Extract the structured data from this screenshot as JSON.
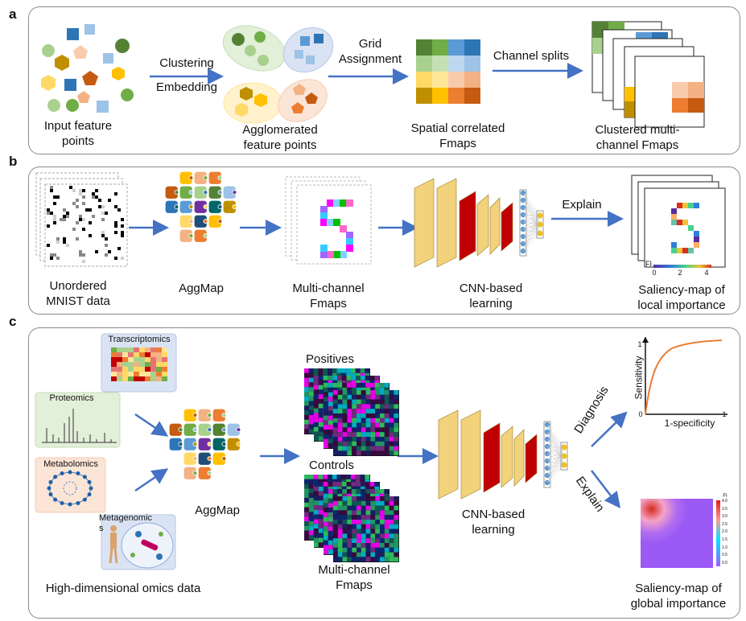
{
  "panels": {
    "a": {
      "label": "a",
      "input_label": "Input feature\npoints",
      "clustering": "Clustering",
      "embedding": "Embedding",
      "agglomerated_label": "Agglomerated\nfeature points",
      "grid_assignment": "Grid\nAssignment",
      "spatial_label": "Spatial correlated\nFmaps",
      "channel_splits": "Channel splits",
      "clustered_label": "Clustered multi-\nchannel Fmaps"
    },
    "b": {
      "label": "b",
      "mnist_label": "Unordered\nMNIST data",
      "aggmap_label": "AggMap",
      "fmaps_label": "Multi-channel\nFmaps",
      "cnn_label": "CNN-based\nlearning",
      "explain": "Explain",
      "saliency_label": "Saliency-map of\nlocal importance",
      "colorbar_title": "FI",
      "colorbar_ticks": [
        "0",
        "2",
        "4"
      ]
    },
    "c": {
      "label": "c",
      "transcriptomics": "Transcriptomics",
      "proteomics": "Proteomics",
      "metabolomics": "Metabolomics",
      "metagenomics": "Metagenomic\ns",
      "omics_label": "High-dimensional omics data",
      "aggmap_label": "AggMap",
      "positives": "Positives",
      "controls": "Controls",
      "fmaps_label": "Multi-channel\nFmaps",
      "cnn_label": "CNN-based\nlearning",
      "diagnosis": "Diagnosis",
      "explain": "Explain",
      "roc_ylabel": "Sensitivity",
      "roc_xlabel": "1-specificity",
      "roc_ticks": [
        "0",
        "1",
        "1"
      ],
      "saliency_label": "Saliency-map of\nglobal importance",
      "colorbar_title": "FI",
      "colorbar_ticks": [
        "4.0",
        "3.5",
        "3.0",
        "2.5",
        "2.0",
        "1.5",
        "1.0",
        "0.5",
        "0.0"
      ]
    }
  },
  "colors": {
    "arrow": "#4472c4",
    "green": "#70ad47",
    "blue": "#5b9bd5",
    "orange": "#ed7d31",
    "gold": "#ffc000"
  }
}
